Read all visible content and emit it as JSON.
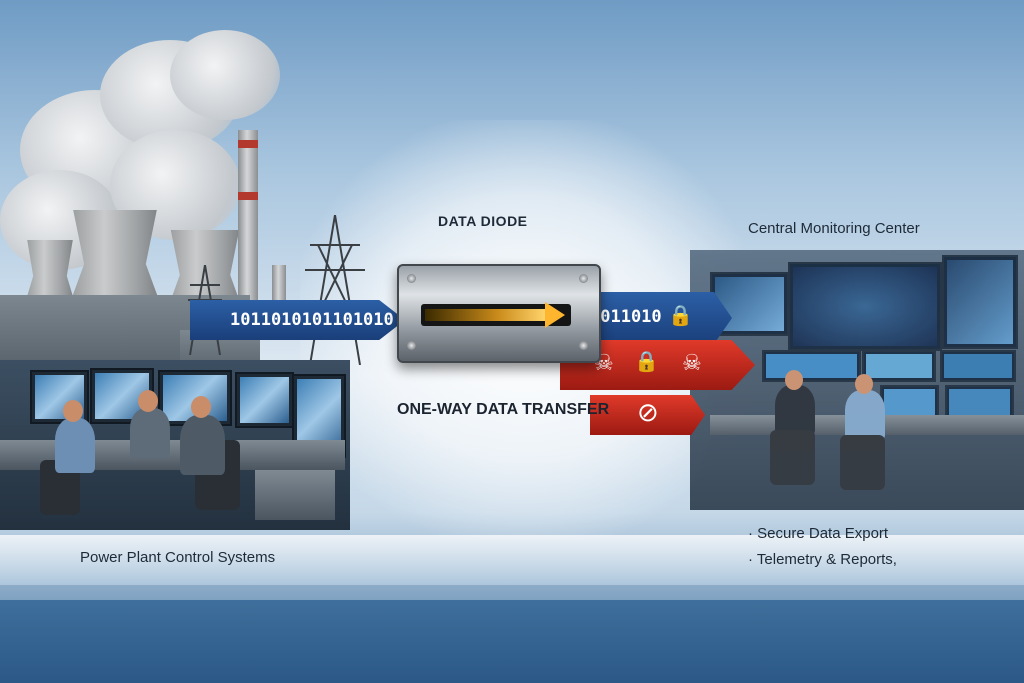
{
  "labels": {
    "data_diode": "DATA DIODE",
    "central_center": "Central Monitoring Center",
    "power_plant": "Power Plant Control Systems",
    "one_way": "ONE-WAY DATA TRANSFER",
    "bits_left": "1011010101101010",
    "bits_right": "1011010"
  },
  "bullets": [
    "Secure Data Export",
    "Telemetry & Reports,"
  ],
  "icons": [
    "lock-icon",
    "skull-icon",
    "lock-icon",
    "skull-icon",
    "prohibited-icon"
  ],
  "colors": {
    "blue_arrow": "#2c5fa6",
    "red_arrow": "#e03a2a",
    "lock": "#f0a030"
  }
}
